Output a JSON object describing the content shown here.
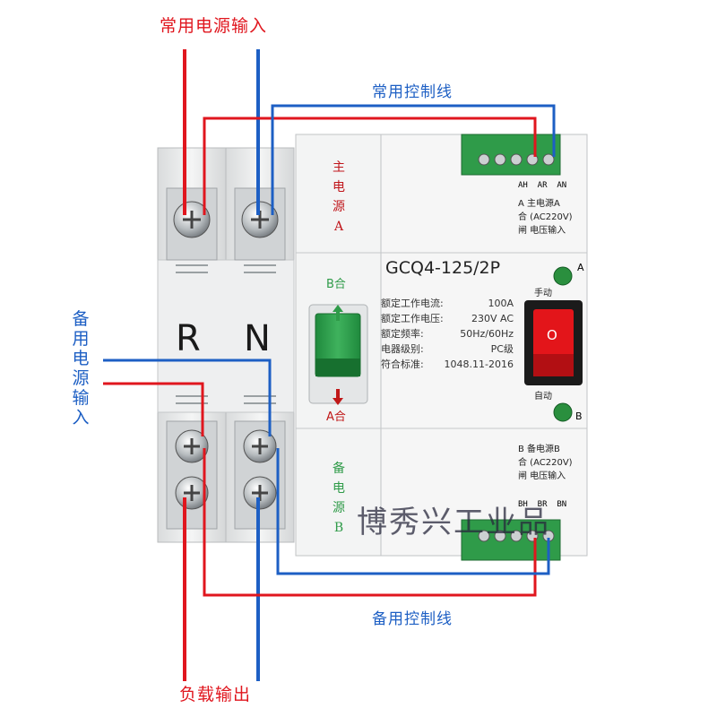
{
  "labels": {
    "normal_power_input": "常用电源输入",
    "normal_control_line": "常用控制线",
    "backup_power_input": "备用电源输入",
    "backup_control_line": "备用控制线",
    "load_output": "负载输出"
  },
  "poles": {
    "left": "R",
    "right": "N"
  },
  "device": {
    "model": "GCQ4-125/2P",
    "specs": [
      {
        "key": "额定工作电流:",
        "value": "100A"
      },
      {
        "key": "额定工作电压:",
        "value": "230V AC"
      },
      {
        "key": "额定频率:",
        "value": "50Hz/60Hz"
      },
      {
        "key": "电器级别:",
        "value": "PC级"
      },
      {
        "key": "符合标准:",
        "value": "1048.11-2016"
      }
    ],
    "lever_top": "B合",
    "lever_bottom": "A合",
    "main_source": "主电源A",
    "backup_source": "备电源B",
    "indicator_a": "A",
    "indicator_b": "B",
    "manual": "手动",
    "auto": "自动",
    "switch_symbol": "O",
    "top_terminals": "AH  AR  AN",
    "top_note": [
      "A  主电源A",
      "合  (AC220V)",
      "闸  电压输入"
    ],
    "bottom_terminals": "BH  BR  BN",
    "bottom_note": [
      "B  备电源B",
      "合  (AC220V)",
      "闸  电压输入"
    ]
  },
  "watermark": "博秀兴工业品",
  "colors": {
    "red_wire": "#e0161e",
    "blue_wire": "#1d5fc4",
    "terminal_green": "#2f9b49",
    "switch_red": "#e3151a"
  }
}
